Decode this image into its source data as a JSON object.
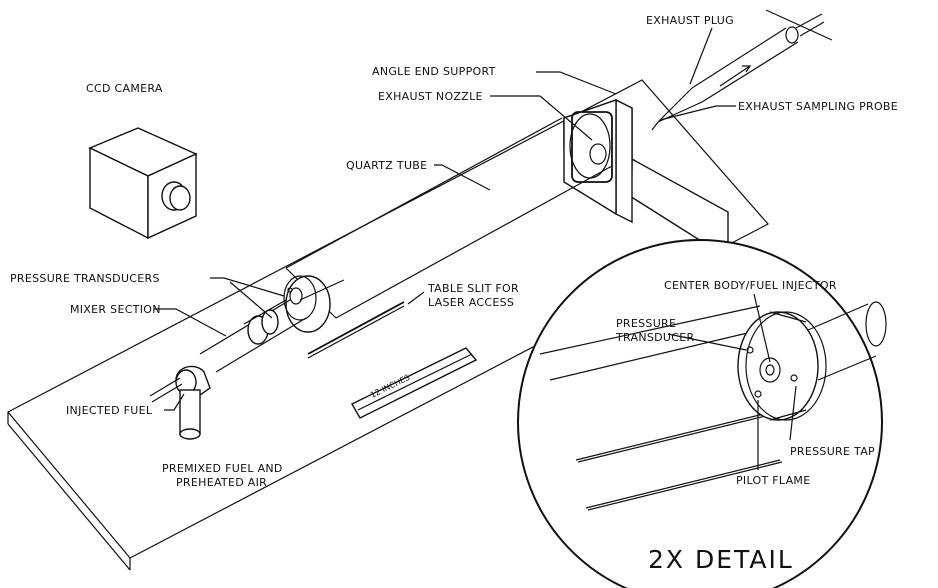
{
  "labels": {
    "ccd_camera": "CCD CAMERA",
    "angle_end_support": "ANGLE END SUPPORT",
    "exhaust_nozzle": "EXHAUST NOZZLE",
    "exhaust_plug": "EXHAUST PLUG",
    "exhaust_sampling_probe": "EXHAUST SAMPLING PROBE",
    "quartz_tube": "QUARTZ TUBE",
    "pressure_transducers": "PRESSURE TRANSDUCERS",
    "mixer_section": "MIXER SECTION",
    "table_slit_line1": "TABLE SLIT FOR",
    "table_slit_line2": "LASER ACCESS",
    "injected_fuel": "INJECTED FUEL",
    "premixed_line1": "PREMIXED FUEL AND",
    "premixed_line2": "PREHEATED AIR",
    "ruler": "12 INCHES"
  },
  "detail": {
    "title": "2X DETAIL",
    "center_body": "CENTER BODY/FUEL INJECTOR",
    "pressure_transducer_line1": "PRESSURE",
    "pressure_transducer_line2": "TRANSDUCER",
    "pressure_tap": "PRESSURE TAP",
    "pilot_flame": "PILOT FLAME"
  }
}
